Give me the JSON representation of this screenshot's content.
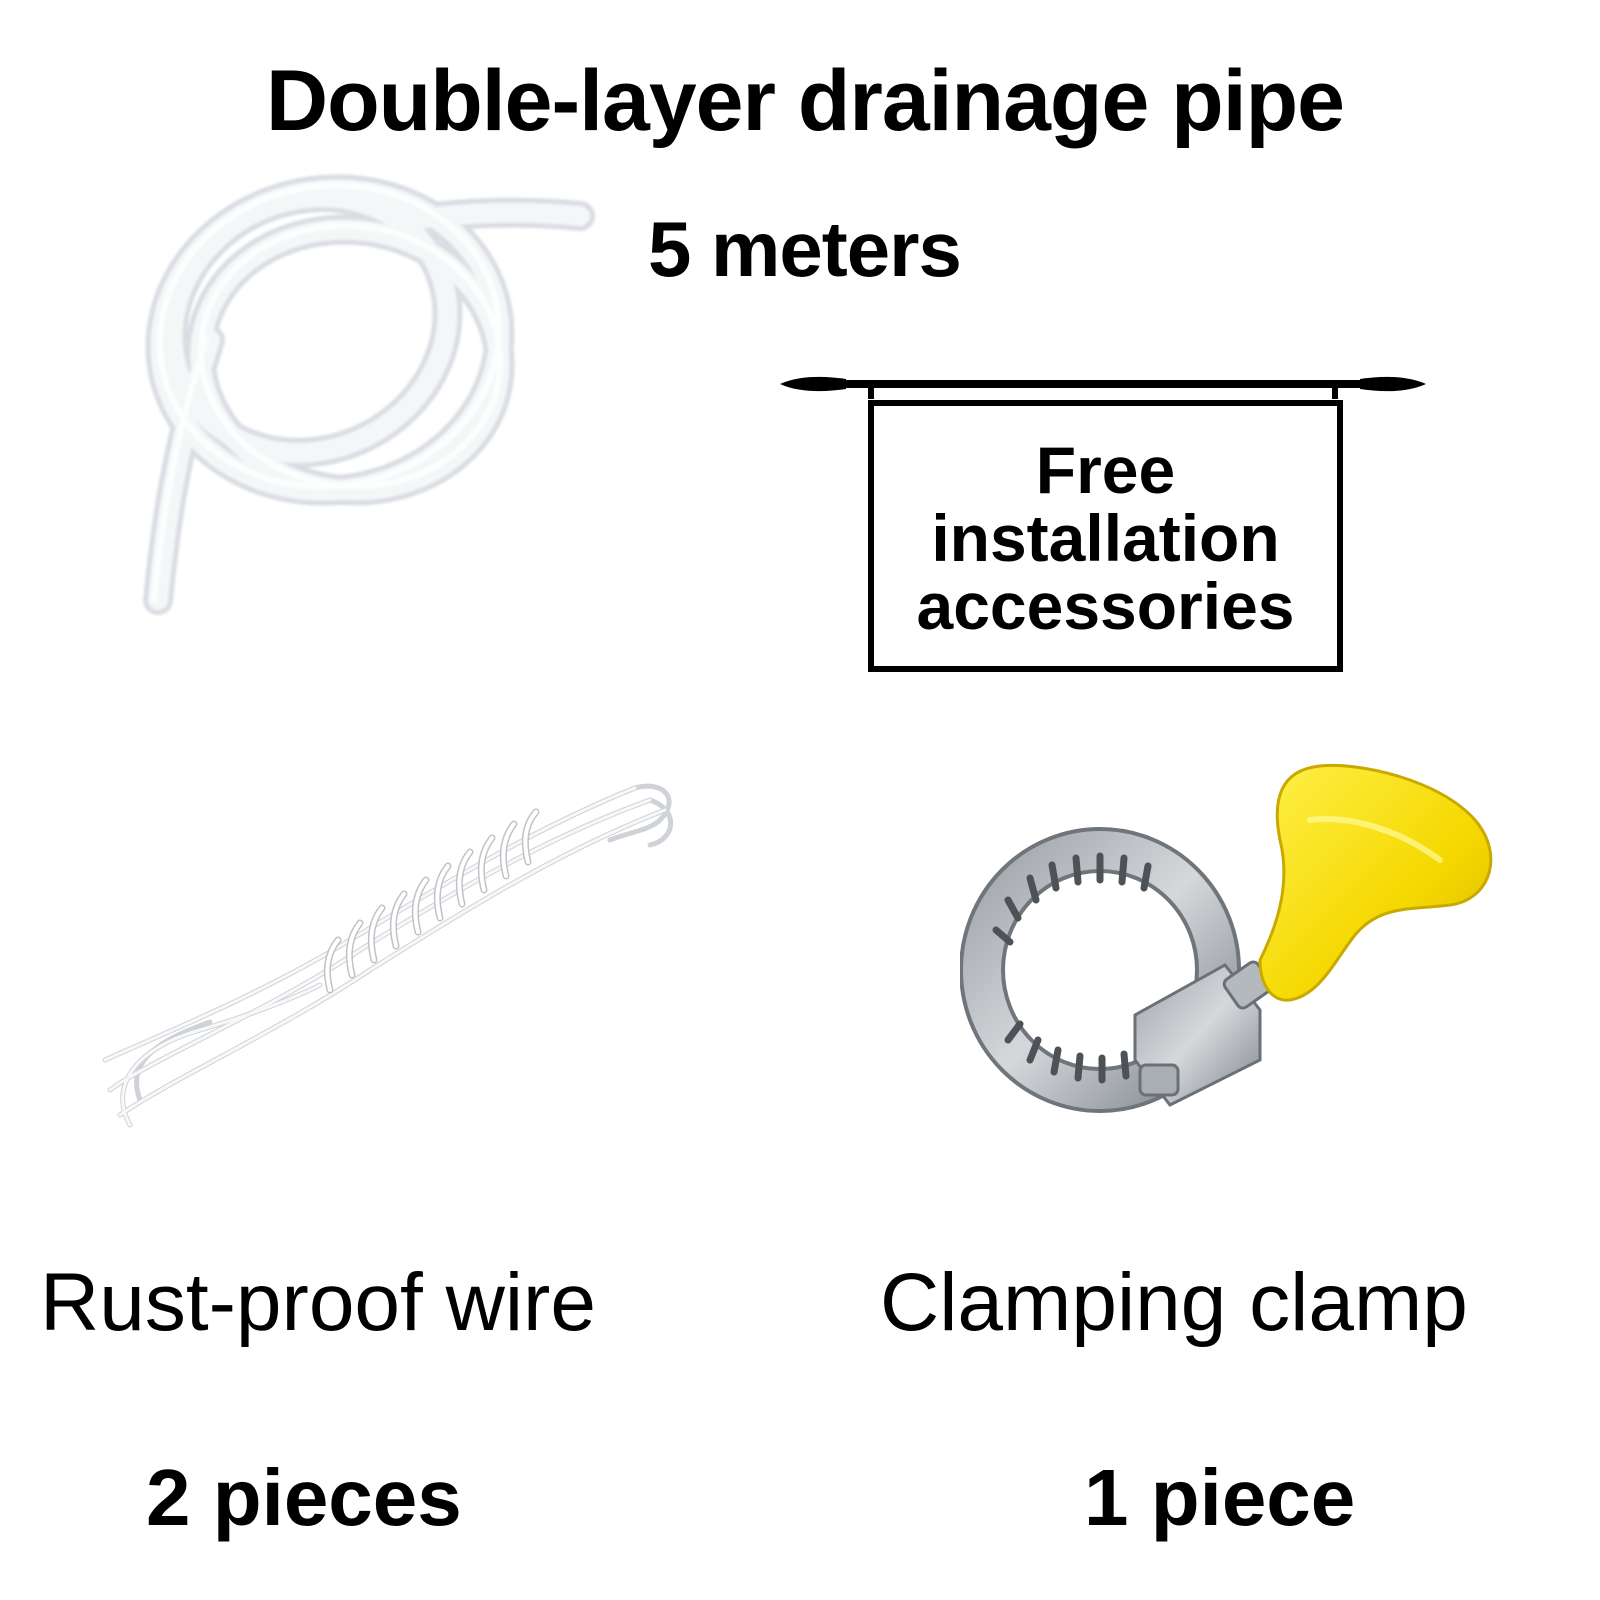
{
  "pipe": {
    "title": "Double-layer drainage pipe",
    "quantity": "5 meters",
    "image_icon": "coiled-hose-icon"
  },
  "accessories_sign": {
    "lines": [
      "Free",
      "installation",
      "accessories"
    ],
    "icon": "hanging-sign-icon"
  },
  "wire": {
    "title": "Rust-proof wire",
    "quantity": "2 pieces",
    "image_icon": "coiled-wire-icon"
  },
  "clamp": {
    "title": "Clamping clamp",
    "quantity": "1 piece",
    "image_icon": "hose-clamp-icon",
    "handle_color": "#f5d800"
  }
}
